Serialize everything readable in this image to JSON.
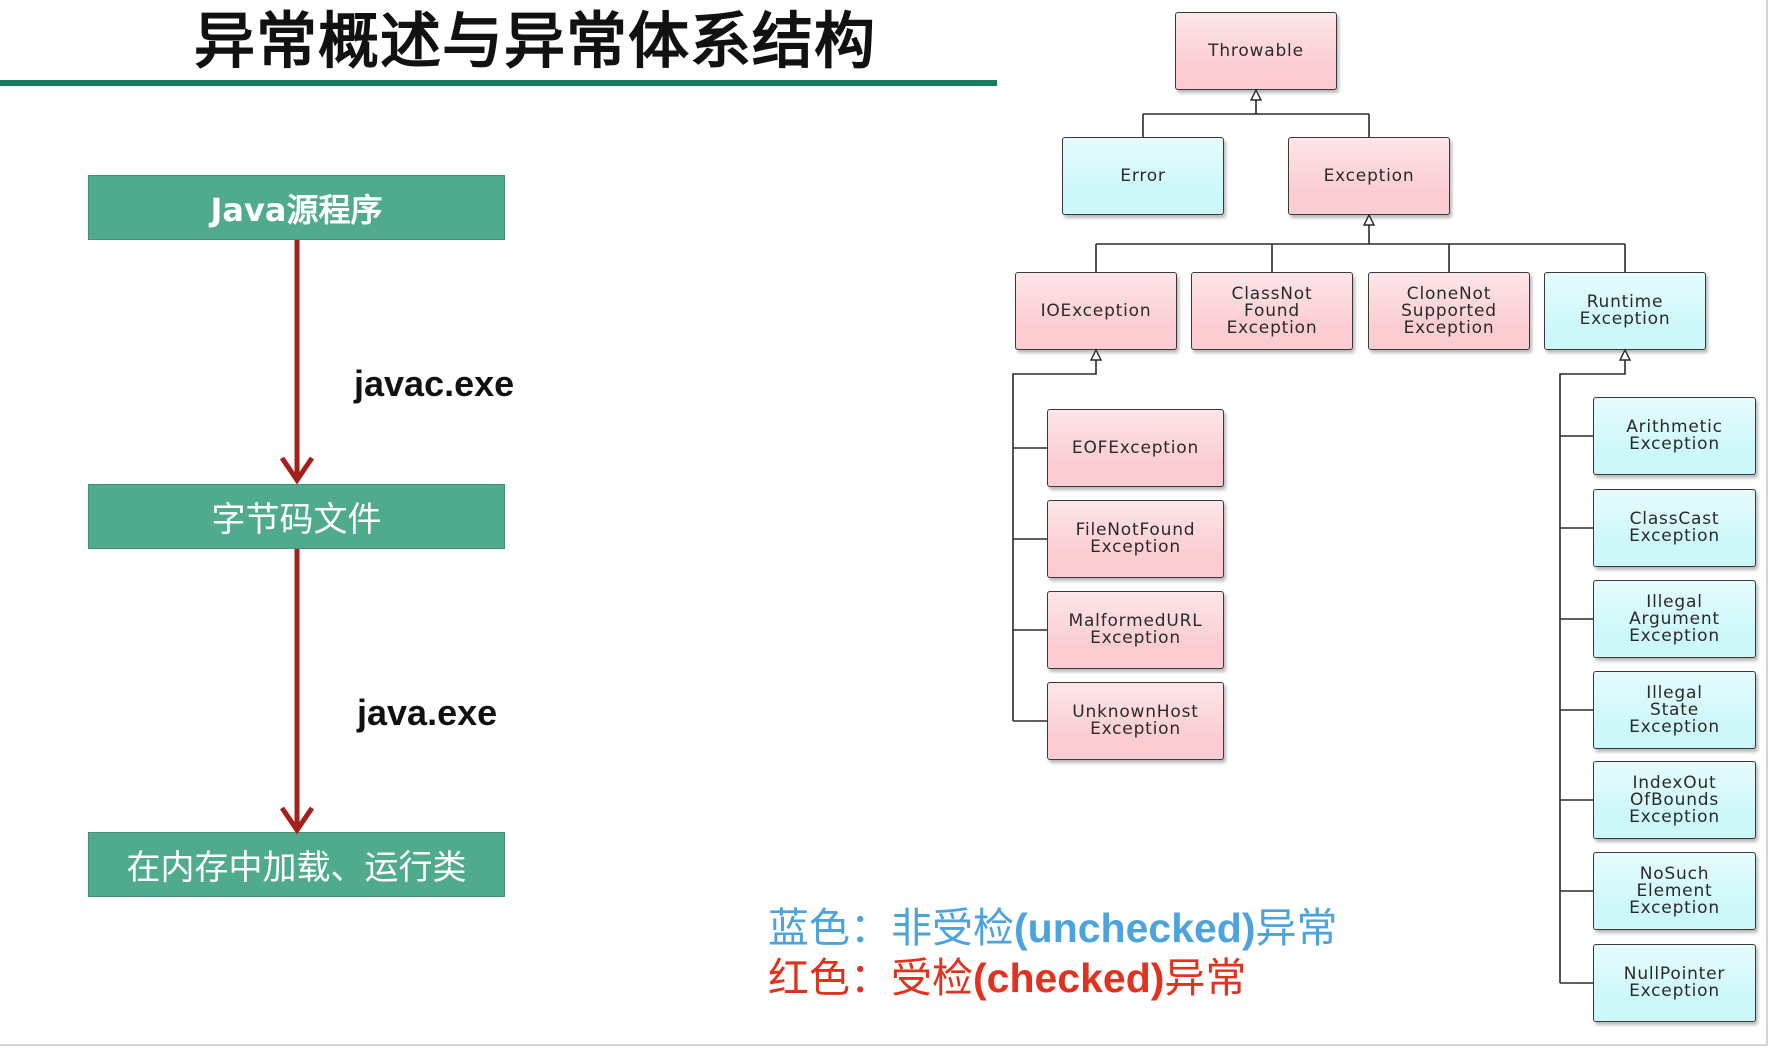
{
  "slide": {
    "title": "异常概述与异常体系结构"
  },
  "flow": {
    "steps": [
      "Java源程序",
      "字节码文件",
      "在内存中加载、运行类"
    ],
    "arrows": [
      "javac.exe",
      "java.exe"
    ]
  },
  "hierarchy": {
    "throwable": [
      "Throwable"
    ],
    "error": [
      "Error"
    ],
    "exception": [
      "Exception"
    ],
    "io_exception": [
      "IOException"
    ],
    "class_not_found_exception": [
      "ClassNot",
      "Found",
      "Exception"
    ],
    "clone_not_supported_exception": [
      "CloneNot",
      "Supported",
      "Exception"
    ],
    "runtime_exception": [
      "Runtime",
      "Exception"
    ],
    "eof_exception": [
      "EOFException"
    ],
    "file_not_found_exception": [
      "FileNotFound",
      "Exception"
    ],
    "malformed_url_exception": [
      "MalformedURL",
      "Exception"
    ],
    "unknown_host_exception": [
      "UnknownHost",
      "Exception"
    ],
    "arithmetic_exception": [
      "Arithmetic",
      "Exception"
    ],
    "class_cast_exception": [
      "ClassCast",
      "Exception"
    ],
    "illegal_argument_exception": [
      "Illegal",
      "Argument",
      "Exception"
    ],
    "illegal_state_exception": [
      "Illegal",
      "State",
      "Exception"
    ],
    "index_out_of_bounds_exception": [
      "IndexOut",
      "OfBounds",
      "Exception"
    ],
    "no_such_element_exception": [
      "NoSuch",
      "Element",
      "Exception"
    ],
    "null_pointer_exception": [
      "NullPointer",
      "Exception"
    ]
  },
  "legend": {
    "unchecked": {
      "prefix": "蓝色：非受检",
      "term": "(unchecked)",
      "suffix": "异常"
    },
    "checked": {
      "prefix": "红色：受检",
      "term": "(checked)",
      "suffix": "异常"
    }
  },
  "colors": {
    "title_rule": "#197b5e",
    "flow_box": "#50ab8e",
    "flow_arrow": "#a3201b",
    "unchecked_text": "#4da3dc",
    "checked_text": "#e1321f",
    "checked_fill": "#fbcdd3",
    "unchecked_fill": "#cdf8fa"
  }
}
